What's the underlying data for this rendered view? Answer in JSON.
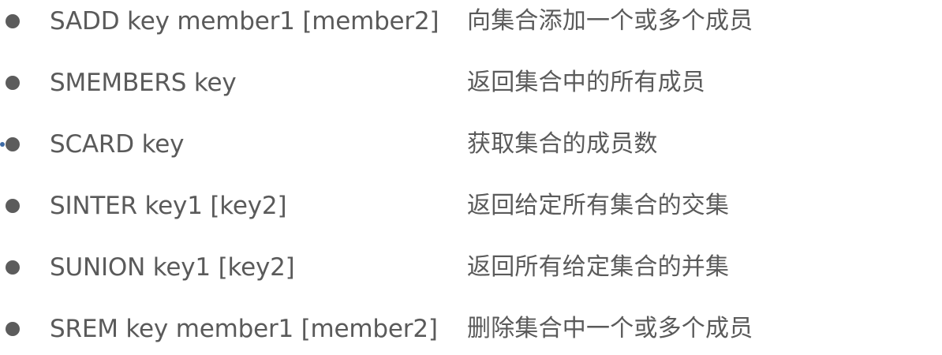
{
  "commands": [
    {
      "syntax": "SADD key member1 [member2]",
      "description": "向集合添加一个或多个成员"
    },
    {
      "syntax": "SMEMBERS key",
      "description": "返回集合中的所有成员"
    },
    {
      "syntax": "SCARD key",
      "description": "获取集合的成员数"
    },
    {
      "syntax": "SINTER key1 [key2]",
      "description": "返回给定所有集合的交集"
    },
    {
      "syntax": "SUNION key1 [key2]",
      "description": "返回所有给定集合的并集"
    },
    {
      "syntax": "SREM key member1 [member2]",
      "description": "删除集合中一个或多个成员"
    }
  ],
  "colors": {
    "text": "#5a5a5a",
    "bullet": "#5c5c5c",
    "selection_marker": "#3d6aa5"
  }
}
